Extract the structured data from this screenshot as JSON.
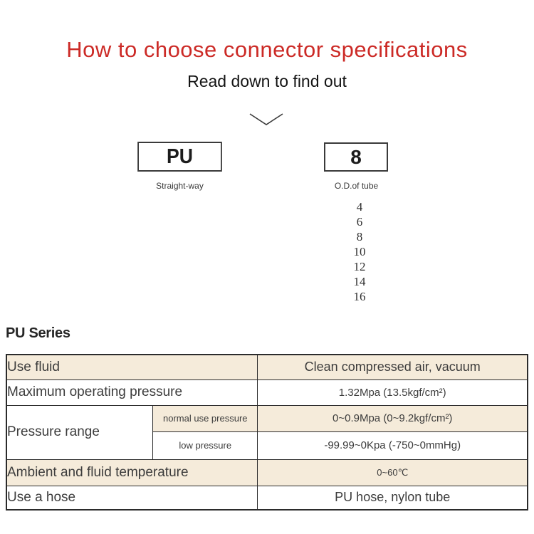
{
  "header": {
    "title": "How to choose connector specifications",
    "subtitle": "Read down to find out",
    "title_color": "#cc2a26"
  },
  "selector": {
    "model_box": {
      "value": "PU",
      "label": "Straight-way"
    },
    "size_box": {
      "value": "8",
      "label": "O.D.of tube"
    },
    "size_options": [
      "4",
      "6",
      "8",
      "10",
      "12",
      "14",
      "16"
    ]
  },
  "series": {
    "heading": "PU Series"
  },
  "spec_table": {
    "rows": [
      {
        "label": "Use fluid",
        "value": "Clean compressed air, vacuum"
      },
      {
        "label": "Maximum operating pressure",
        "value": "1.32Mpa  (13.5kgf/cm²)"
      },
      {
        "label": "Pressure range",
        "sub": [
          {
            "sublabel": "normal use pressure",
            "value": "0~0.9Mpa  (0~9.2kgf/cm²)"
          },
          {
            "sublabel": "low pressure",
            "value": "-99.99~0Kpa  (-750~0mmHg)"
          }
        ]
      },
      {
        "label": "Ambient and fluid temperature",
        "value": "0~60℃"
      },
      {
        "label": "Use a hose",
        "value": "PU hose, nylon tube"
      }
    ]
  },
  "colors": {
    "accent_red": "#cc2a26",
    "row_beige": "#f5ebda",
    "border": "#2b2b2b"
  }
}
